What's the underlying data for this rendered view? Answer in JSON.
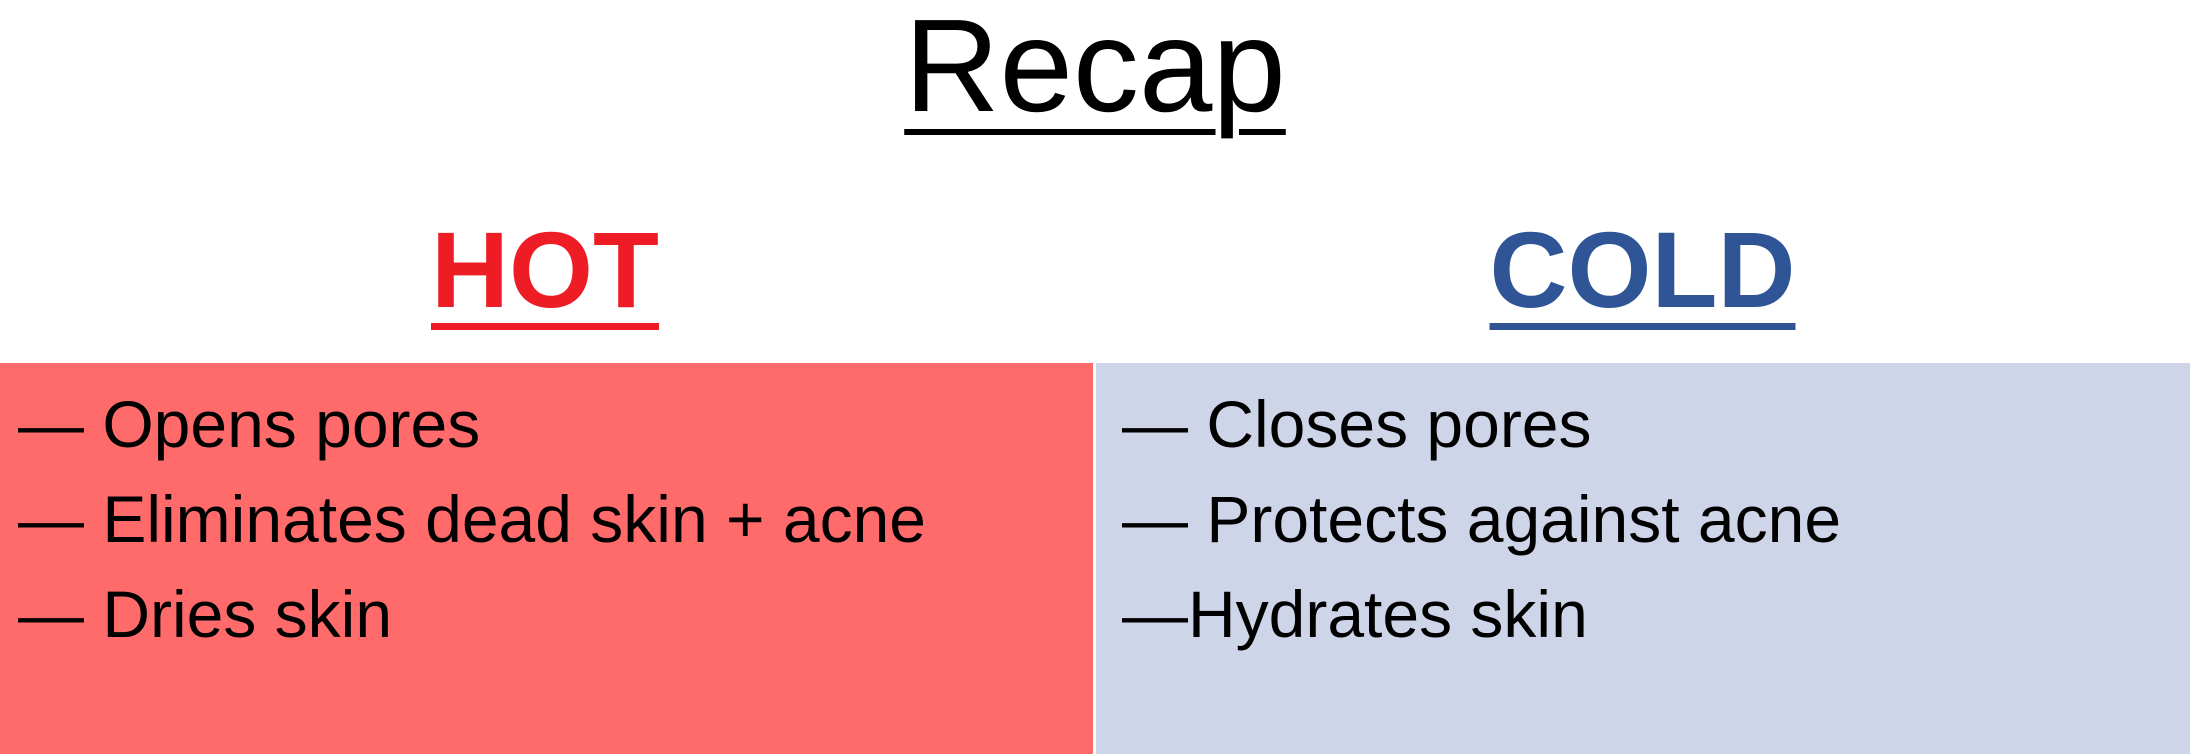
{
  "slide": {
    "title": "Recap"
  },
  "hot": {
    "heading": "HOT",
    "heading_color": "#ee1c25",
    "panel_color": "#ff6b6b",
    "items": [
      "— Opens pores",
      "— Eliminates dead skin + acne",
      "— Dries skin"
    ]
  },
  "cold": {
    "heading": "COLD",
    "heading_color": "#2f5597",
    "panel_color": "#cfd5e8",
    "items": [
      "— Closes pores",
      "— Protects against acne",
      "—Hydrates skin"
    ]
  }
}
